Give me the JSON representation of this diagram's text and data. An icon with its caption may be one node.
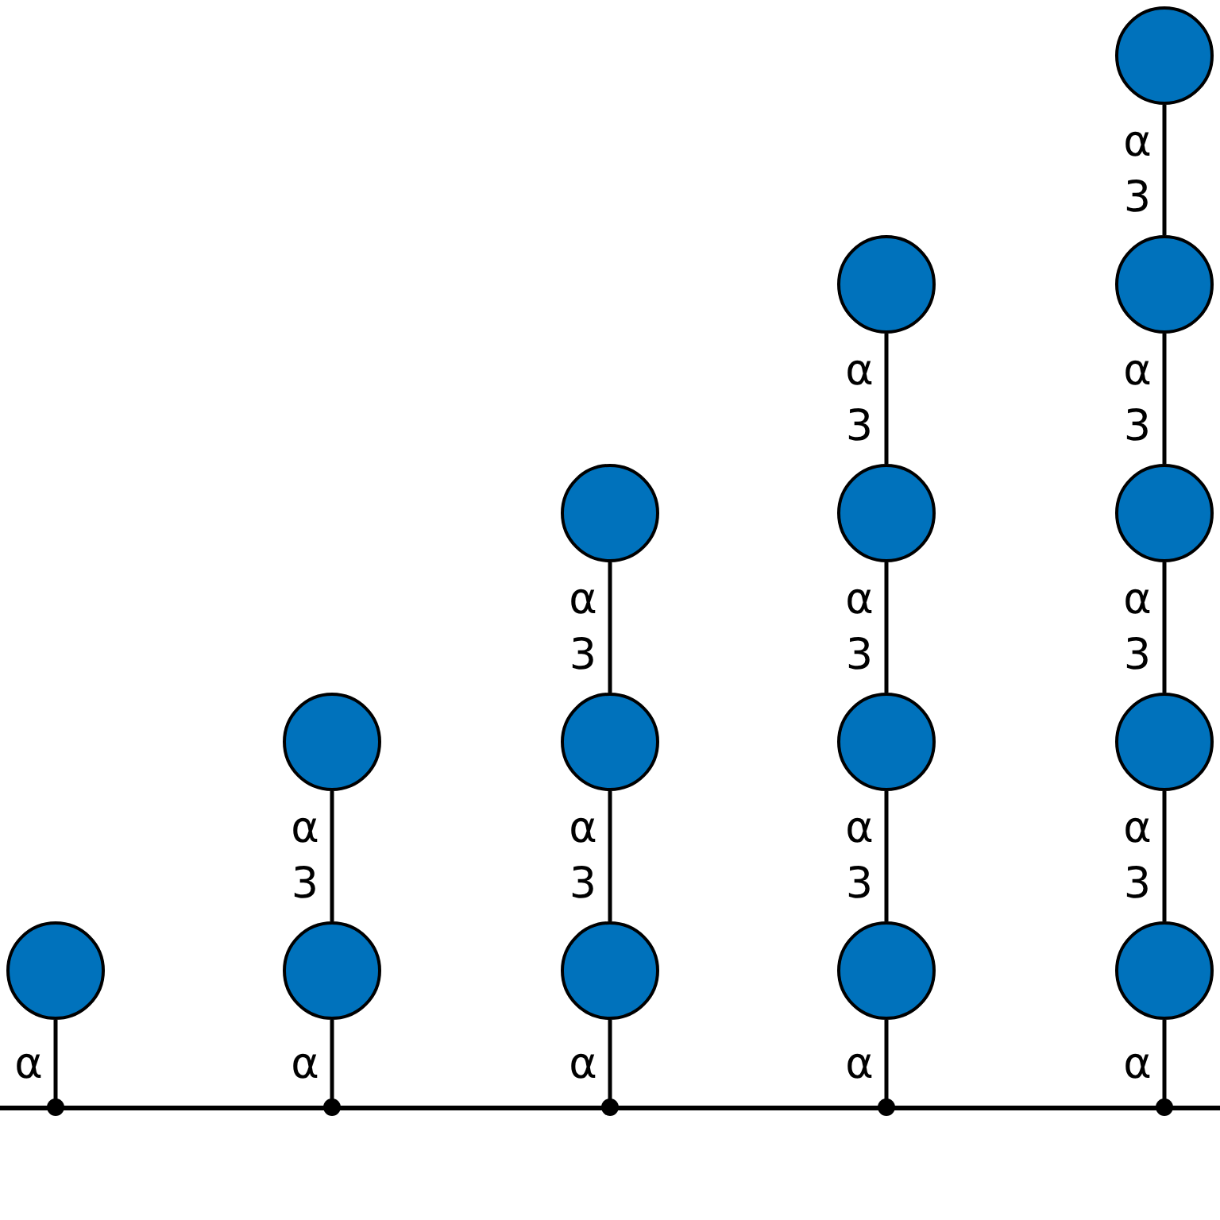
{
  "diagram": {
    "nodes": [
      {
        "text": [],
        "shape": "bar"
      },
      {
        "text": [],
        "shape": "circle"
      },
      {
        "text": [],
        "shape": "circle"
      },
      {
        "text": [],
        "shape": "circle"
      },
      {
        "text": [],
        "shape": "circle"
      },
      {
        "text": [],
        "shape": "circle"
      },
      {
        "text": [],
        "shape": "circle"
      },
      {
        "text": [],
        "shape": "circle"
      },
      {
        "text": [],
        "shape": "circle"
      },
      {
        "text": [],
        "shape": "circle"
      },
      {
        "text": [],
        "shape": "circle"
      },
      {
        "text": [],
        "shape": "circle"
      },
      {
        "text": [],
        "shape": "circle"
      },
      {
        "text": [],
        "shape": "circle"
      },
      {
        "text": [],
        "shape": "circle"
      },
      {
        "text": [],
        "shape": "circle"
      }
    ],
    "edges": [
      {
        "from": 0,
        "to": 1,
        "arrow": "other",
        "label": "α"
      },
      {
        "from": 0,
        "to": 2,
        "arrow": "other",
        "label": "α"
      },
      {
        "from": 2,
        "to": 3,
        "arrow": "none",
        "label": "α 3"
      },
      {
        "from": 0,
        "to": 4,
        "arrow": "other",
        "label": "α"
      },
      {
        "from": 4,
        "to": 5,
        "arrow": "none",
        "label": "α 3"
      },
      {
        "from": 5,
        "to": 6,
        "arrow": "none",
        "label": "α 3"
      },
      {
        "from": 0,
        "to": 7,
        "arrow": "other",
        "label": "α"
      },
      {
        "from": 7,
        "to": 8,
        "arrow": "none",
        "label": "α 3"
      },
      {
        "from": 8,
        "to": 9,
        "arrow": "none",
        "label": "α 3"
      },
      {
        "from": 9,
        "to": 10,
        "arrow": "none",
        "label": "α 3"
      },
      {
        "from": 0,
        "to": 11,
        "arrow": "other",
        "label": "α"
      },
      {
        "from": 11,
        "to": 12,
        "arrow": "none",
        "label": "α 3"
      },
      {
        "from": 12,
        "to": 13,
        "arrow": "none",
        "label": "α 3"
      },
      {
        "from": 13,
        "to": 14,
        "arrow": "none",
        "label": "α 3"
      },
      {
        "from": 14,
        "to": 15,
        "arrow": "none",
        "label": "α 3"
      }
    ]
  }
}
